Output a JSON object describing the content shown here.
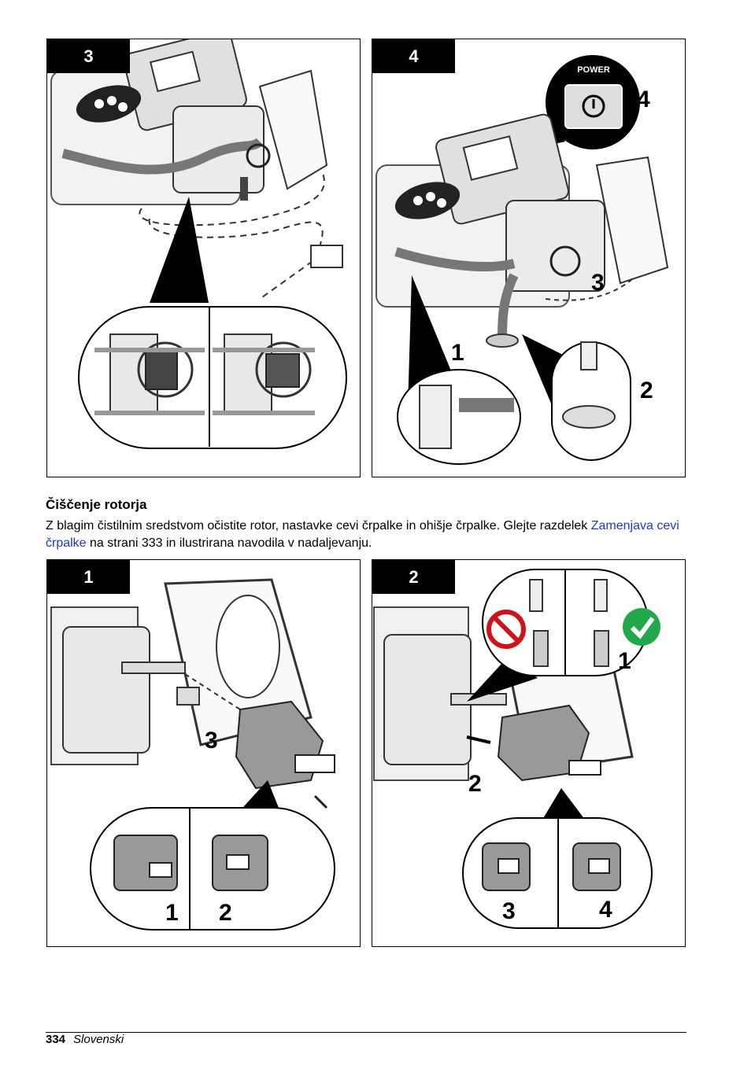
{
  "panels": [
    {
      "step": "3",
      "callouts": []
    },
    {
      "step": "4",
      "power_label": "POWER",
      "callouts": [
        "4",
        "3",
        "1",
        "2"
      ]
    },
    {
      "step": "1",
      "callouts": [
        "3",
        "1",
        "2"
      ]
    },
    {
      "step": "2",
      "callouts": [
        "1",
        "2",
        "3",
        "4"
      ]
    }
  ],
  "section": {
    "title": "Čiščenje rotorja",
    "text_before": "Z blagim čistilnim sredstvom očistite rotor, nastavke cevi črpalke in ohišje črpalke. Glejte razdelek",
    "link_text": "Zamenjava cevi črpalke",
    "text_after": " na strani 333 in ilustrirana navodila v nadaljevanju."
  },
  "footer": {
    "page_number": "334",
    "language": "Slovenski"
  },
  "icons": {
    "prohibited": "prohibited-icon",
    "approved": "checkmark-icon",
    "power": "power-icon"
  },
  "colors": {
    "link": "#1a3cc8",
    "prohibited": "#d0121b",
    "approved": "#22a84a"
  }
}
